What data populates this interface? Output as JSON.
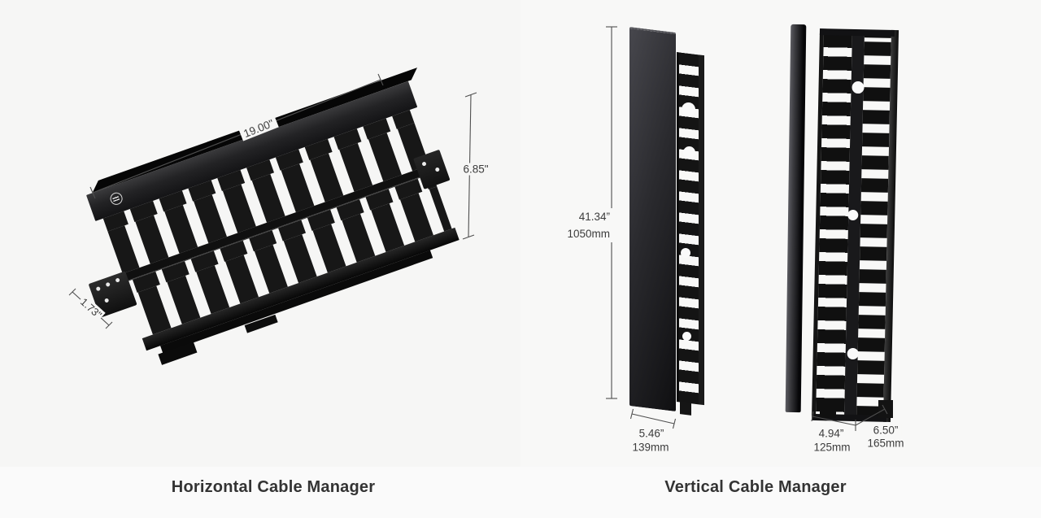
{
  "page": {
    "background_left": "#f6f6f5",
    "background_right": "#f8f8f7"
  },
  "horizontal_manager": {
    "label": "Horizontal Cable Manager",
    "brand_logo_icon": "fs-logo",
    "dimensions": {
      "width_in": "19.00\"",
      "height_in": "6.85\"",
      "depth_in": "1.73\""
    }
  },
  "vertical_manager": {
    "label": "Vertical Cable Manager",
    "dimensions": {
      "height_in": "41.34”",
      "height_mm": "1050mm",
      "cover_width_in": "5.46”",
      "cover_width_mm": "139mm",
      "duct_width_in": "4.94”",
      "duct_width_mm": "125mm",
      "depth_in": "6.50”",
      "depth_mm": "165mm"
    }
  },
  "colors": {
    "dimension_line": "#4f4f4f",
    "dimension_text": "#3c3c3c",
    "label_text": "#333333",
    "product_black": "#141414"
  }
}
